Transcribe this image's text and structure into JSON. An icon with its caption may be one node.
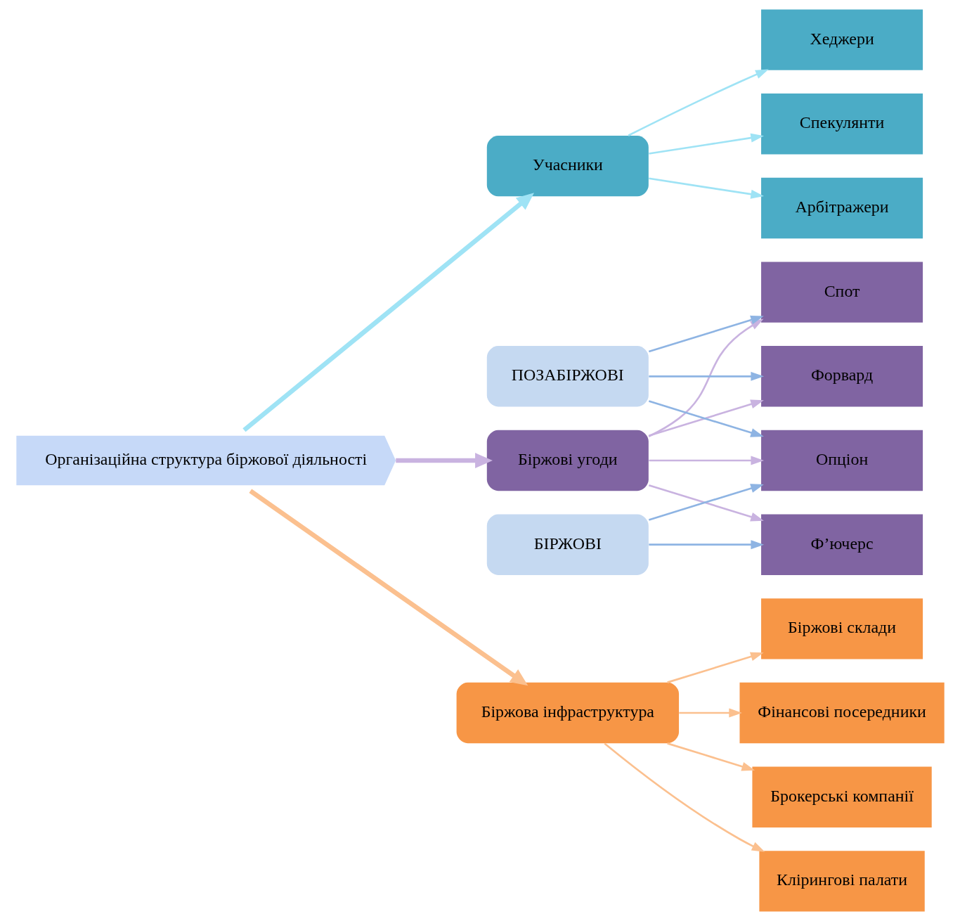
{
  "diagram": {
    "nodes": [
      {
        "text": [
          "Організаційна структура біржової діяльності"
        ]
      },
      {
        "text": [
          "Учасники"
        ]
      },
      {
        "text": [
          "Спекулянти"
        ]
      },
      {
        "text": [
          "Арбітражери"
        ]
      },
      {
        "text": [
          "Хеджери"
        ]
      },
      {
        "text": [
          "Біржова інфраструктура"
        ]
      },
      {
        "text": [
          "Фінансові посередники"
        ]
      },
      {
        "text": [
          "Брокерські компанії"
        ]
      },
      {
        "text": [
          "Клірингові палати"
        ]
      },
      {
        "text": [
          "Біржові склади"
        ]
      },
      {
        "text": [
          "Біржові угоди"
        ]
      },
      {
        "text": [
          "Форвард"
        ]
      },
      {
        "text": [
          "Спот"
        ]
      },
      {
        "text": [
          "Опціон"
        ]
      },
      {
        "text": [
          "Ф’ючерс"
        ]
      },
      {
        "text": [
          "ПОЗАБІРЖОВІ"
        ]
      },
      {
        "text": [
          "БІРЖОВІ"
        ]
      }
    ],
    "edges": [
      {
        "from": 0,
        "to": 1,
        "arrow": "to",
        "style": "thick",
        "color": "#9fe3f5"
      },
      {
        "from": 0,
        "to": 5,
        "arrow": "to",
        "style": "thick",
        "color": "#fbc08f"
      },
      {
        "from": 0,
        "to": 10,
        "arrow": "to",
        "style": "thick",
        "color": "#c9b3e0"
      },
      {
        "from": 1,
        "to": 2,
        "arrow": "to",
        "color": "#9fe3f5"
      },
      {
        "from": 1,
        "to": 3,
        "arrow": "to",
        "color": "#9fe3f5"
      },
      {
        "from": 1,
        "to": 4,
        "arrow": "to",
        "color": "#9fe3f5"
      },
      {
        "from": 5,
        "to": 6,
        "arrow": "to",
        "color": "#fbc08f"
      },
      {
        "from": 5,
        "to": 7,
        "arrow": "to",
        "color": "#fbc08f"
      },
      {
        "from": 5,
        "to": 8,
        "arrow": "to",
        "color": "#fbc08f"
      },
      {
        "from": 5,
        "to": 9,
        "arrow": "to",
        "color": "#fbc08f"
      },
      {
        "from": 10,
        "to": 11,
        "arrow": "to",
        "color": "#c9b3e0"
      },
      {
        "from": 10,
        "to": 12,
        "arrow": "to",
        "color": "#c9b3e0"
      },
      {
        "from": 10,
        "to": 13,
        "arrow": "to",
        "color": "#c9b3e0"
      },
      {
        "from": 10,
        "to": 14,
        "arrow": "to",
        "color": "#c9b3e0"
      },
      {
        "from": 15,
        "to": 11,
        "arrow": "to",
        "color": "#8eb4e3"
      },
      {
        "from": 15,
        "to": 12,
        "arrow": "to",
        "color": "#8eb4e3"
      },
      {
        "from": 15,
        "to": 13,
        "arrow": "to",
        "color": "#8eb4e3"
      },
      {
        "from": 16,
        "to": 13,
        "arrow": "to",
        "color": "#8eb4e3"
      },
      {
        "from": 16,
        "to": 14,
        "arrow": "to",
        "color": "#8eb4e3"
      }
    ]
  }
}
